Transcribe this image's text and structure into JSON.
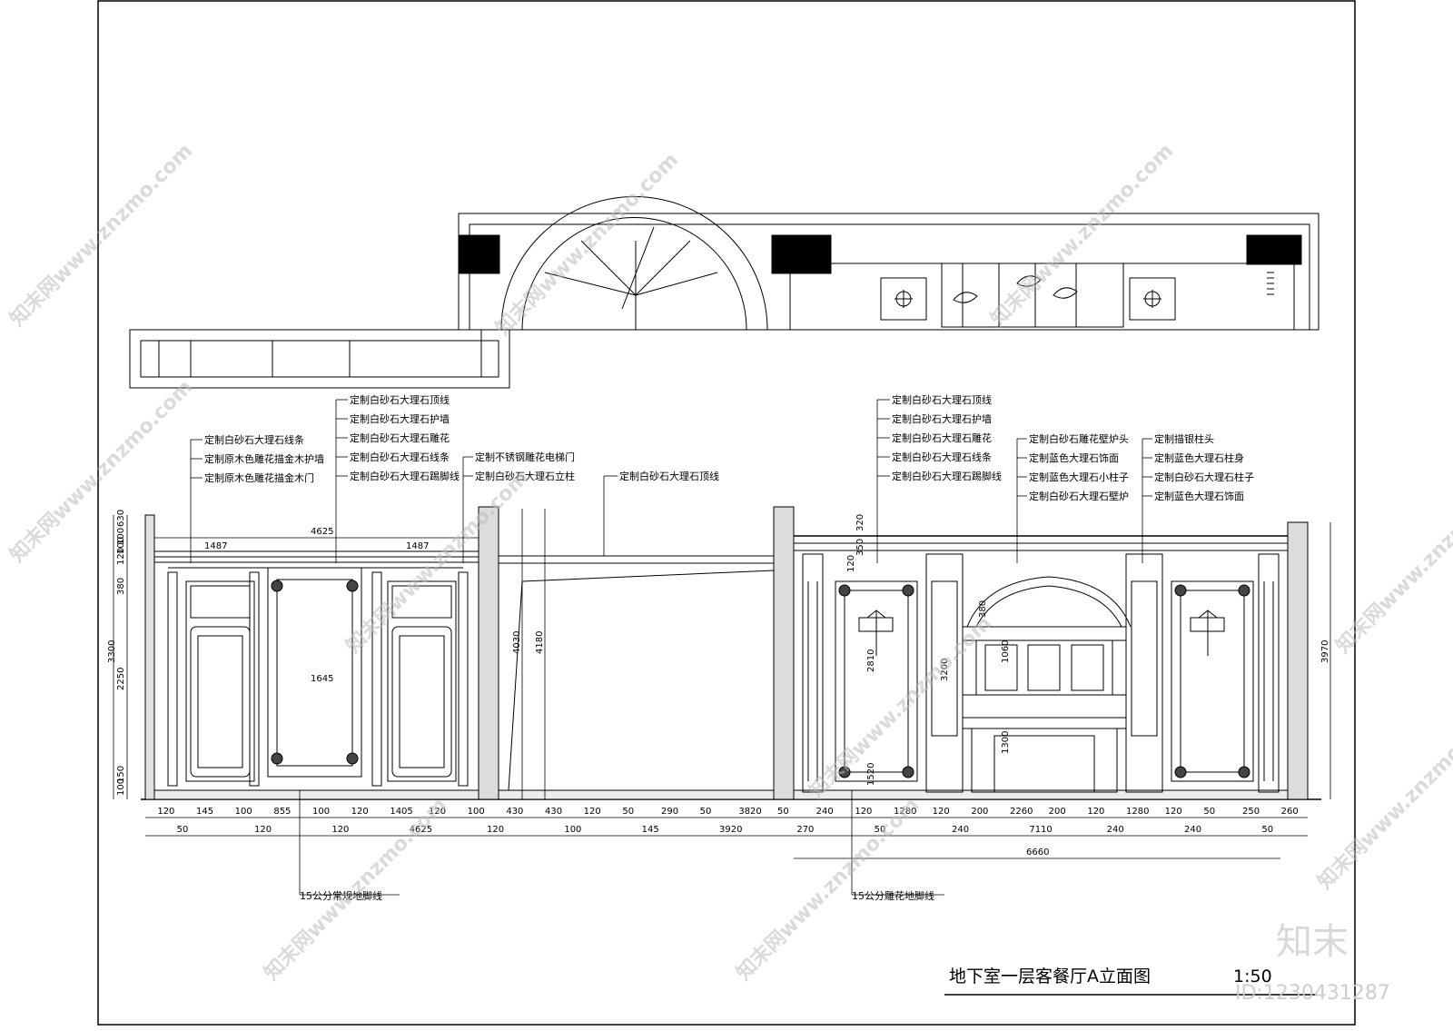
{
  "title": {
    "name": "地下室一层客餐厅A立面图",
    "scale": "1:50"
  },
  "watermark": {
    "site": "知末网www.znzmo.com",
    "logo": "知末",
    "id": "ID:1230431287"
  },
  "left_callouts_a": [
    "定制白砂石大理石线条",
    "定制原木色雕花描金木护墙",
    "定制原木色雕花描金木门"
  ],
  "left_callouts_b": [
    "定制白砂石大理石顶线",
    "定制白砂石大理石护墙",
    "定制白砂石大理石雕花",
    "定制白砂石大理石线条",
    "定制白砂石大理石踢脚线"
  ],
  "left_callouts_c": [
    "定制不锈钢雕花电梯门",
    "定制白砂石大理石立柱"
  ],
  "mid_callout": "定制白砂石大理石顶线",
  "right_callouts_a": [
    "定制白砂石大理石顶线",
    "定制白砂石大理石护墙",
    "定制白砂石大理石雕花",
    "定制白砂石大理石线条",
    "定制白砂石大理石踢脚线"
  ],
  "right_callouts_b": [
    "定制白砂石雕花壁炉头",
    "定制蓝色大理石饰面",
    "定制蓝色大理石小柱子",
    "定制白砂石大理石壁炉"
  ],
  "right_callouts_c": [
    "定制描银柱头",
    "定制蓝色大理石柱身",
    "定制白砂石大理石柱子",
    "定制蓝色大理石饰面"
  ],
  "baseboard_notes": [
    "15公分常规地脚线",
    "15公分雕花地脚线"
  ],
  "dims_bottom_row1": [
    "120",
    "145",
    "100",
    "855",
    "100",
    "120",
    "1405",
    "120",
    "100",
    "430",
    "430",
    "120",
    "50",
    "290",
    "50",
    "3820",
    "50",
    "240",
    "120",
    "1280",
    "120",
    "200",
    "2260",
    "200",
    "120",
    "1280",
    "120",
    "50",
    "250",
    "260"
  ],
  "dims_bottom_row2": [
    "50",
    "120",
    "120",
    "4625",
    "120",
    "100",
    "145",
    "3920",
    "270",
    "50",
    "240",
    "7110",
    "240",
    "240",
    "50"
  ],
  "dims_bottom_row3": [
    "6660"
  ],
  "dims_left_vertical": [
    "630",
    "100",
    "100",
    "120",
    "380",
    "2250",
    "3300",
    "150",
    "100"
  ],
  "dims_mid_vertical": [
    "4030",
    "4180"
  ],
  "dims_right_vertical": [
    "320",
    "120",
    "350",
    "380",
    "2810",
    "3200",
    "1060",
    "1300",
    "1520",
    "3970"
  ],
  "dims_top_small": [
    "4625",
    "1487",
    "1487",
    "1645"
  ]
}
